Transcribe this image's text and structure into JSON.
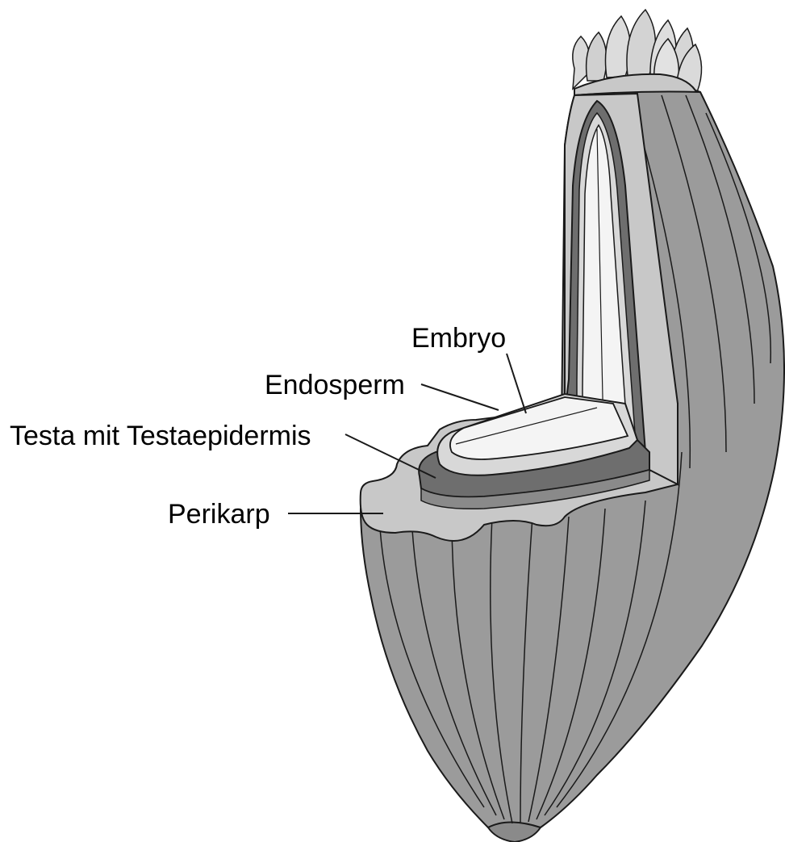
{
  "labels": {
    "embryo": "Embryo",
    "endosperm": "Endosperm",
    "testa": "Testa mit Testaepidermis",
    "perikarp": "Perikarp"
  },
  "colors": {
    "pericarp_outer": "#9b9b9b",
    "pericarp_cut": "#c8c8c8",
    "testa": "#6e6e6e",
    "endosperm": "#d8d8d8",
    "embryo": "#f4f4f4",
    "outline": "#1a1a1a"
  }
}
